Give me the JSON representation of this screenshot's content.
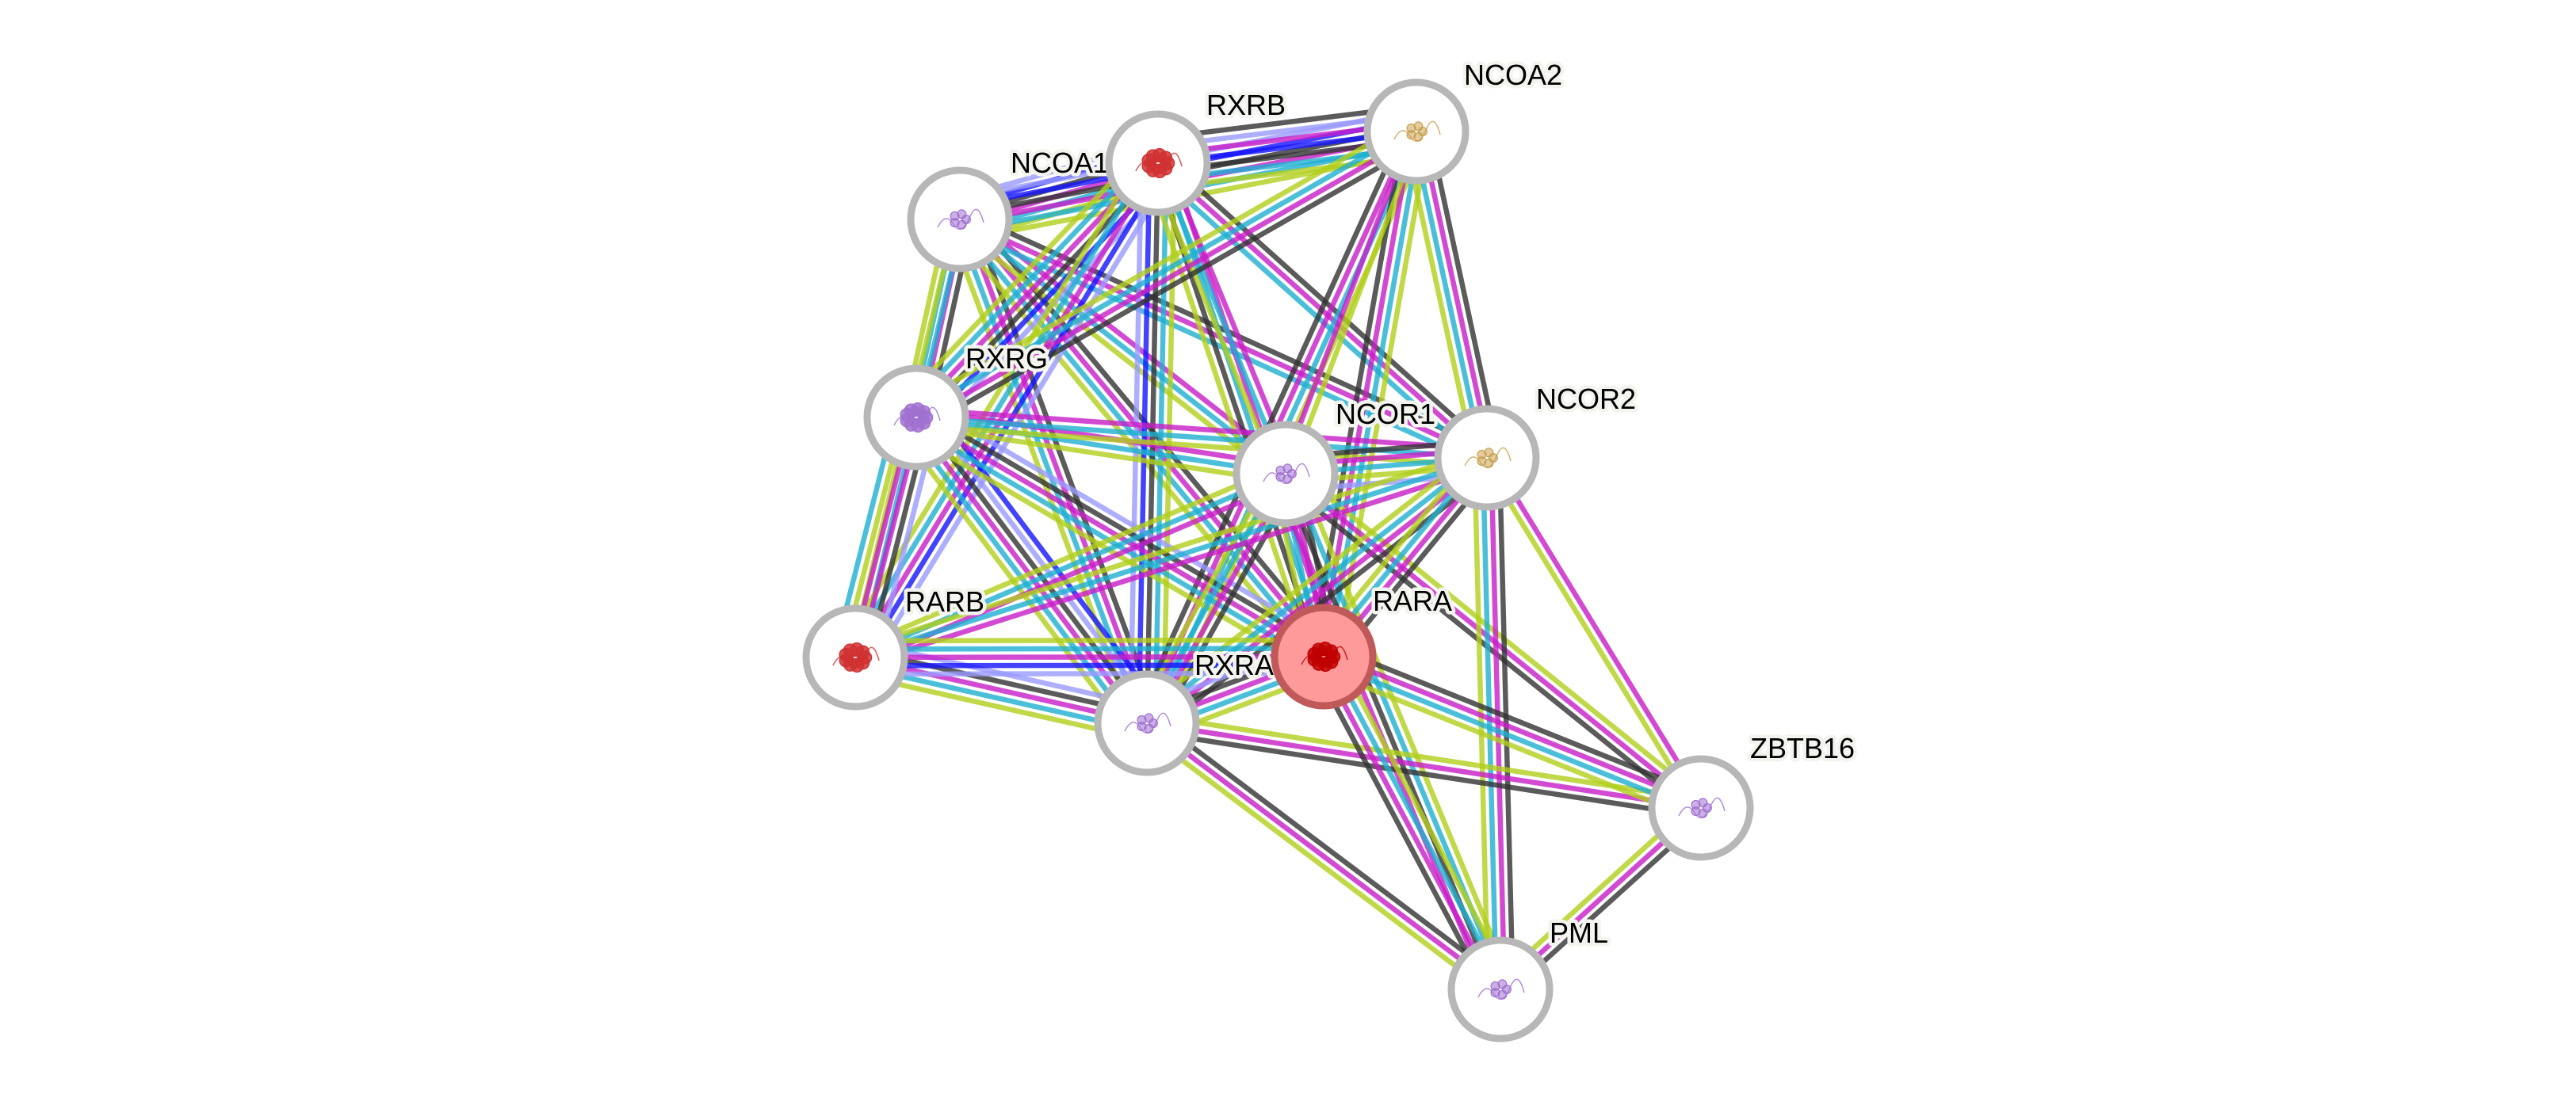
{
  "diagram": {
    "type": "protein-interaction-network",
    "query_protein": "RARA",
    "evidence_colors": {
      "database": "#1fb0d0",
      "experiments": "#c81ec8",
      "textmining": "#b2cf1c",
      "coexpression": "#333333",
      "cooccurrence": "#1414ff",
      "homology": "#9a9aff"
    },
    "structure_colors": {
      "purple": "#a070d0",
      "red": "#d03030",
      "gold": "#c8a050",
      "dark_red": "#c00000"
    },
    "nodes": [
      {
        "id": "NCOA1",
        "label": "NCOA1",
        "structure": "purple",
        "query": false
      },
      {
        "id": "RXRB",
        "label": "RXRB",
        "structure": "red",
        "query": false
      },
      {
        "id": "NCOA2",
        "label": "NCOA2",
        "structure": "gold",
        "query": false
      },
      {
        "id": "RXRG",
        "label": "RXRG",
        "structure": "purple",
        "query": false
      },
      {
        "id": "NCOR1",
        "label": "NCOR1",
        "structure": "purple",
        "query": false
      },
      {
        "id": "NCOR2",
        "label": "NCOR2",
        "structure": "gold",
        "query": false
      },
      {
        "id": "RARB",
        "label": "RARB",
        "structure": "red",
        "query": false
      },
      {
        "id": "RXRA",
        "label": "RXRA",
        "structure": "purple",
        "query": false
      },
      {
        "id": "RARA",
        "label": "RARA",
        "structure": "dark_red",
        "query": true
      },
      {
        "id": "ZBTB16",
        "label": "ZBTB16",
        "structure": "purple",
        "query": false
      },
      {
        "id": "PML",
        "label": "PML",
        "structure": "purple",
        "query": false
      }
    ],
    "edges": [
      {
        "a": "NCOA1",
        "b": "RXRB",
        "evidence": [
          "homology",
          "cooccurrence",
          "coexpression",
          "experiments",
          "database",
          "textmining"
        ]
      },
      {
        "a": "NCOA1",
        "b": "NCOA2",
        "evidence": [
          "homology",
          "cooccurrence",
          "coexpression",
          "experiments",
          "database",
          "textmining"
        ]
      },
      {
        "a": "RXRB",
        "b": "NCOA2",
        "evidence": [
          "coexpression",
          "homology",
          "experiments",
          "cooccurrence",
          "coexpression",
          "database",
          "textmining"
        ]
      },
      {
        "a": "NCOA1",
        "b": "RXRG",
        "evidence": [
          "coexpression",
          "experiments",
          "database",
          "textmining"
        ]
      },
      {
        "a": "NCOA1",
        "b": "RXRA",
        "evidence": [
          "coexpression",
          "experiments",
          "database",
          "textmining"
        ]
      },
      {
        "a": "NCOA1",
        "b": "RARA",
        "evidence": [
          "coexpression",
          "experiments",
          "database",
          "textmining"
        ]
      },
      {
        "a": "NCOA1",
        "b": "NCOR1",
        "evidence": [
          "experiments",
          "database",
          "textmining"
        ]
      },
      {
        "a": "NCOA1",
        "b": "NCOR2",
        "evidence": [
          "coexpression",
          "experiments",
          "database"
        ]
      },
      {
        "a": "NCOA1",
        "b": "RARB",
        "evidence": [
          "database",
          "textmining"
        ]
      },
      {
        "a": "RXRB",
        "b": "RXRG",
        "evidence": [
          "homology",
          "cooccurrence",
          "coexpression",
          "experiments",
          "database",
          "textmining"
        ]
      },
      {
        "a": "RXRB",
        "b": "RARB",
        "evidence": [
          "homology",
          "cooccurrence",
          "experiments",
          "database",
          "textmining"
        ]
      },
      {
        "a": "RXRB",
        "b": "RXRA",
        "evidence": [
          "textmining",
          "database",
          "coexpression",
          "cooccurrence",
          "homology"
        ]
      },
      {
        "a": "RXRB",
        "b": "RARA",
        "evidence": [
          "experiments",
          "database",
          "coexpression",
          "textmining"
        ]
      },
      {
        "a": "RXRB",
        "b": "NCOR1",
        "evidence": [
          "experiments",
          "database",
          "textmining"
        ]
      },
      {
        "a": "RXRB",
        "b": "NCOR2",
        "evidence": [
          "coexpression",
          "experiments",
          "database"
        ]
      },
      {
        "a": "NCOA2",
        "b": "RXRG",
        "evidence": [
          "coexpression",
          "experiments",
          "database",
          "textmining"
        ]
      },
      {
        "a": "NCOA2",
        "b": "RXRA",
        "evidence": [
          "textmining",
          "database",
          "experiments",
          "coexpression"
        ]
      },
      {
        "a": "NCOA2",
        "b": "RARA",
        "evidence": [
          "textmining",
          "database",
          "experiments",
          "coexpression"
        ]
      },
      {
        "a": "NCOA2",
        "b": "NCOR1",
        "evidence": [
          "textmining",
          "experiments"
        ]
      },
      {
        "a": "NCOA2",
        "b": "NCOR2",
        "evidence": [
          "coexpression",
          "experiments",
          "database",
          "textmining"
        ]
      },
      {
        "a": "RXRG",
        "b": "RARB",
        "evidence": [
          "homology",
          "coexpression",
          "experiments",
          "experiments",
          "textmining",
          "database"
        ]
      },
      {
        "a": "RXRG",
        "b": "RXRA",
        "evidence": [
          "cooccurrence",
          "homology",
          "coexpression",
          "experiments",
          "database",
          "textmining"
        ]
      },
      {
        "a": "RXRG",
        "b": "RARA",
        "evidence": [
          "homology",
          "coexpression",
          "experiments",
          "database",
          "textmining"
        ]
      },
      {
        "a": "RXRG",
        "b": "NCOR1",
        "evidence": [
          "experiments",
          "database",
          "textmining"
        ]
      },
      {
        "a": "RXRG",
        "b": "NCOR2",
        "evidence": [
          "experiments",
          "database",
          "textmining"
        ]
      },
      {
        "a": "NCOR1",
        "b": "NCOR2",
        "evidence": [
          "coexpression",
          "experiments",
          "database",
          "textmining",
          "homology"
        ]
      },
      {
        "a": "NCOR1",
        "b": "RARB",
        "evidence": [
          "experiments",
          "database",
          "textmining"
        ]
      },
      {
        "a": "NCOR1",
        "b": "RXRA",
        "evidence": [
          "coexpression",
          "experiments",
          "database",
          "textmining"
        ]
      },
      {
        "a": "NCOR1",
        "b": "RARA",
        "evidence": [
          "coexpression",
          "experiments",
          "database",
          "textmining"
        ]
      },
      {
        "a": "NCOR1",
        "b": "PML",
        "evidence": [
          "textmining",
          "database",
          "coexpression",
          "experiments"
        ]
      },
      {
        "a": "NCOR1",
        "b": "ZBTB16",
        "evidence": [
          "textmining",
          "experiments",
          "coexpression"
        ]
      },
      {
        "a": "NCOR2",
        "b": "RARB",
        "evidence": [
          "experiments",
          "database",
          "textmining"
        ]
      },
      {
        "a": "NCOR2",
        "b": "RXRA",
        "evidence": [
          "coexpression",
          "experiments",
          "database",
          "textmining"
        ]
      },
      {
        "a": "NCOR2",
        "b": "RARA",
        "evidence": [
          "coexpression",
          "experiments",
          "database",
          "textmining"
        ]
      },
      {
        "a": "NCOR2",
        "b": "PML",
        "evidence": [
          "coexpression",
          "experiments",
          "database",
          "textmining"
        ]
      },
      {
        "a": "NCOR2",
        "b": "ZBTB16",
        "evidence": [
          "experiments",
          "textmining"
        ]
      },
      {
        "a": "RARB",
        "b": "RXRA",
        "evidence": [
          "homology",
          "coexpression",
          "experiments",
          "database",
          "textmining"
        ]
      },
      {
        "a": "RARB",
        "b": "RARA",
        "evidence": [
          "textmining",
          "database",
          "experiments",
          "cooccurrence",
          "homology"
        ]
      },
      {
        "a": "RXRA",
        "b": "RARA",
        "evidence": [
          "homology",
          "coexpression",
          "experiments",
          "database",
          "textmining"
        ]
      },
      {
        "a": "RXRA",
        "b": "ZBTB16",
        "evidence": [
          "textmining",
          "experiments",
          "coexpression"
        ]
      },
      {
        "a": "RXRA",
        "b": "PML",
        "evidence": [
          "coexpression",
          "experiments",
          "textmining"
        ]
      },
      {
        "a": "RARA",
        "b": "ZBTB16",
        "evidence": [
          "coexpression",
          "experiments",
          "database",
          "textmining"
        ]
      },
      {
        "a": "RARA",
        "b": "PML",
        "evidence": [
          "textmining",
          "database",
          "experiments",
          "coexpression"
        ]
      },
      {
        "a": "ZBTB16",
        "b": "PML",
        "evidence": [
          "coexpression",
          "experiments",
          "textmining"
        ]
      }
    ]
  }
}
